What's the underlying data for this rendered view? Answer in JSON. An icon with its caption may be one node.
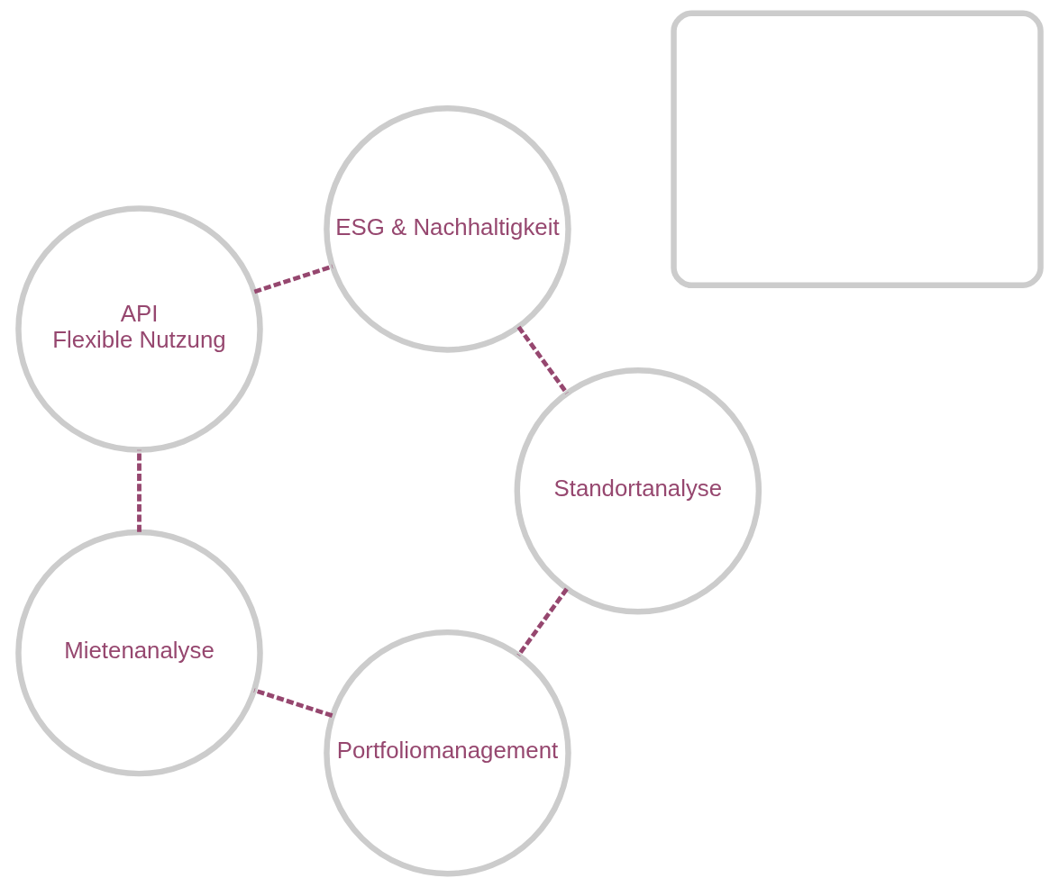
{
  "diagram": {
    "nodes": [
      {
        "text": [
          "Portfoliomanagement"
        ]
      },
      {
        "text": [
          "Mietenanalyse"
        ]
      },
      {
        "text": [
          "API",
          "Flexible Nutzung"
        ]
      },
      {
        "text": [
          "ESG & Nachhaltigkeit"
        ]
      },
      {
        "text": [
          "Standortanalyse"
        ]
      },
      {
        "text": [],
        "shape": "box"
      }
    ],
    "edges": [
      {
        "from": 0,
        "to": 1,
        "arrow": "none",
        "style": "dashed"
      },
      {
        "from": 1,
        "to": 2,
        "arrow": "none",
        "style": "dashed"
      },
      {
        "from": 2,
        "to": 3,
        "arrow": "none",
        "style": "dashed"
      },
      {
        "from": 3,
        "to": 4,
        "arrow": "none",
        "style": "dashed"
      },
      {
        "from": 4,
        "to": 0,
        "arrow": "none",
        "style": "dashed"
      }
    ]
  }
}
